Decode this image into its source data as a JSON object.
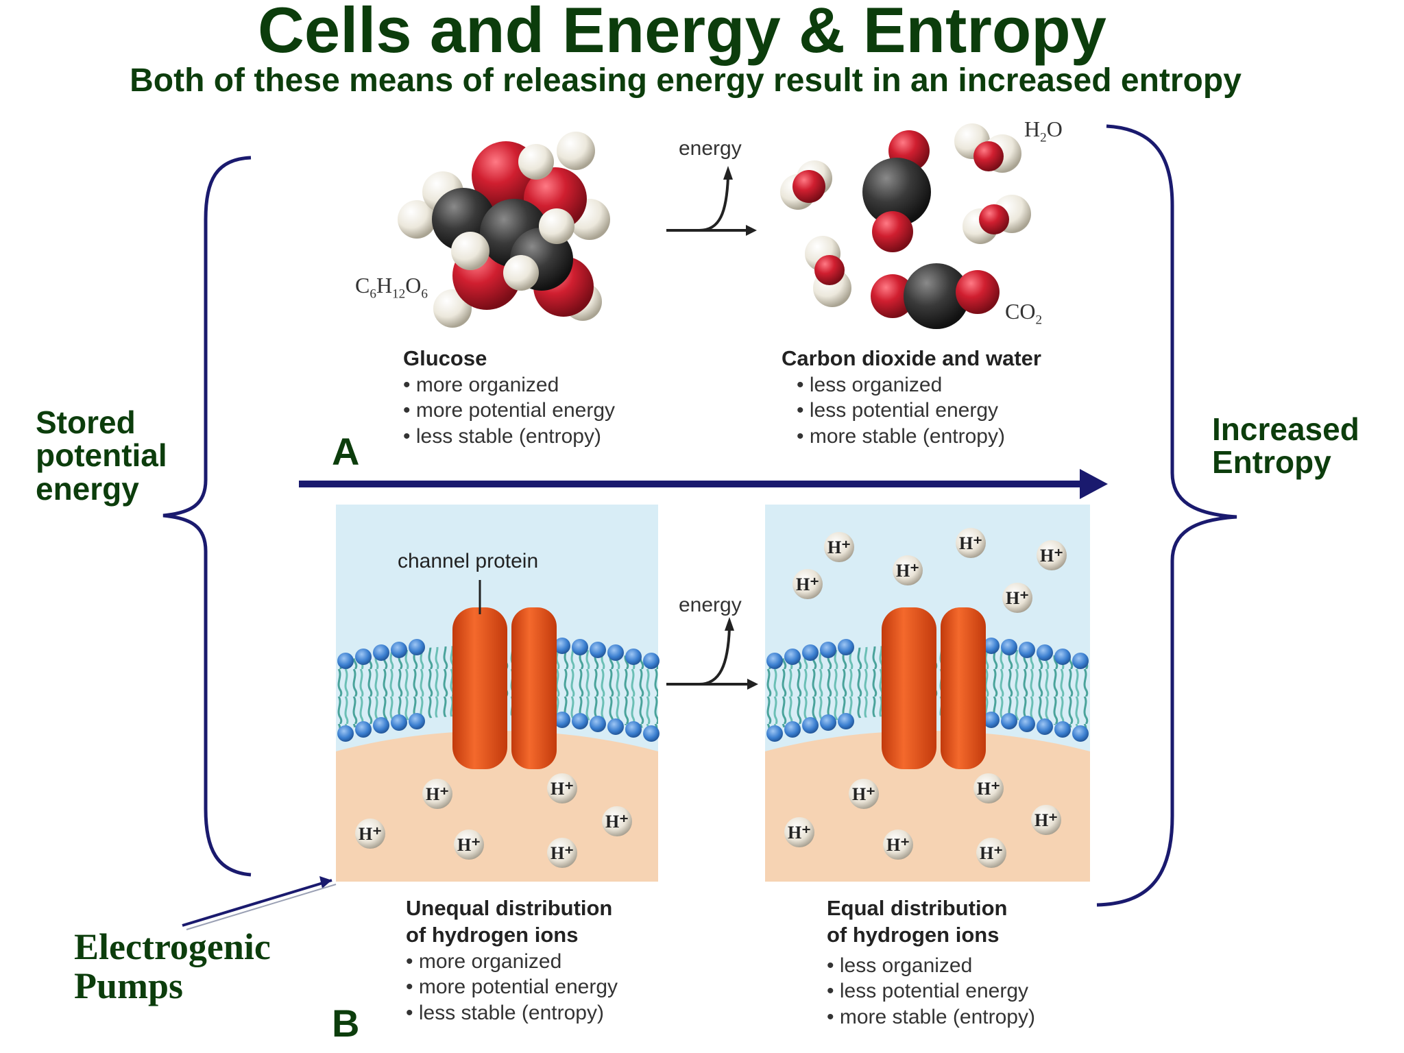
{
  "title": "Cells and Energy & Entropy",
  "subtitle": "Both of these means of releasing energy result in an increased entropy",
  "left_label": [
    "Stored",
    "potential",
    "energy"
  ],
  "right_label": [
    "Increased",
    "Entropy"
  ],
  "pumps_label": [
    "Electrogenic",
    "Pumps"
  ],
  "part_a": {
    "letter": "A",
    "energy_label": "energy",
    "reactant_formula": "C6H12O6",
    "product_labels": {
      "water": "H2O",
      "co2": "CO2"
    },
    "left_caption": {
      "title": "Glucose",
      "bullets": [
        "more organized",
        "more potential energy",
        "less stable (entropy)"
      ]
    },
    "right_caption": {
      "title": "Carbon dioxide and water",
      "bullets": [
        "less organized",
        "less potential energy",
        "more stable (entropy)"
      ]
    }
  },
  "part_b": {
    "letter": "B",
    "energy_label": "energy",
    "channel_label": "channel protein",
    "ion_label": "H+",
    "left_caption": {
      "title_lines": [
        "Unequal distribution",
        "of hydrogen ions"
      ],
      "bullets": [
        "more organized",
        "more potential energy",
        "less stable (entropy)"
      ]
    },
    "right_caption": {
      "title_lines": [
        "Equal distribution",
        "of hydrogen ions"
      ],
      "bullets": [
        "less organized",
        "less potential energy",
        "more stable (entropy)"
      ]
    }
  },
  "colors": {
    "title_green": "#0c3d0c",
    "navy": "#1a1a6e",
    "oxygen": "#d01f30",
    "carbon": "#3a3a3a",
    "hydrogen": "#ece8dc",
    "protein": "#e8501a",
    "lipid_head": "#3b7fd0",
    "extracellular": "#d8edf6",
    "cytoplasm": "#f6d3b3"
  }
}
